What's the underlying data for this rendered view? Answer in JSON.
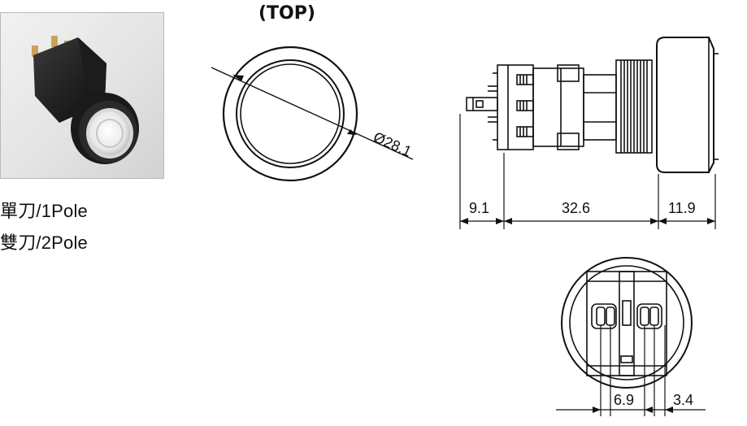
{
  "top_view": {
    "title": "(TOP)",
    "diameter_label": "Ø28.1"
  },
  "poles": {
    "single": "單刀/1Pole",
    "double": "雙刀/2Pole"
  },
  "side_view": {
    "dims": [
      "9.1",
      "32.6",
      "11.9"
    ]
  },
  "bottom_view": {
    "dims": [
      "6.9",
      "3.4"
    ]
  },
  "photo": {
    "icon": "push-button-switch-photo"
  }
}
